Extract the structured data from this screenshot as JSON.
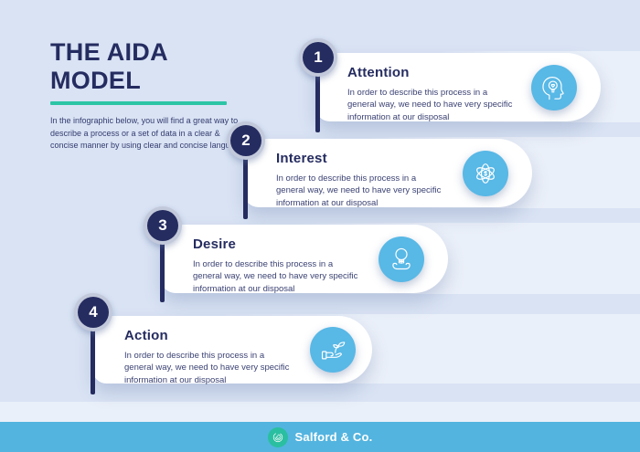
{
  "header": {
    "title": "THE AIDA MODEL",
    "subtitle": "In the infographic below, you will find a great way to describe a process or a set of data in a clear & concise manner by using clear and concise language"
  },
  "steps": [
    {
      "number": "1",
      "title": "Attention",
      "body": "In order to describe this process in a general way, we need to have very specific information at our disposal",
      "icon": "head-lightbulb-icon"
    },
    {
      "number": "2",
      "title": "Interest",
      "body": "In order to describe this process in a general way, we need to have very specific information at our disposal",
      "icon": "atom-icon"
    },
    {
      "number": "3",
      "title": "Desire",
      "body": "In order to describe this process in a general way, we need to have very specific information at our disposal",
      "icon": "lightbulb-hands-icon"
    },
    {
      "number": "4",
      "title": "Action",
      "body": "In order to describe this process in a general way, we need to have very specific information at our disposal",
      "icon": "hand-sprout-icon"
    }
  ],
  "footer": {
    "brand": "Salford & Co.",
    "logo": "camellia-logo-icon"
  },
  "colors": {
    "background": "#d9e3f4",
    "navy": "#252c60",
    "accent_teal": "#2cc5a6",
    "icon_blue": "#58b8e6",
    "footer_blue": "#53b4df",
    "logo_teal": "#2abfa0",
    "card_white": "#ffffff"
  }
}
